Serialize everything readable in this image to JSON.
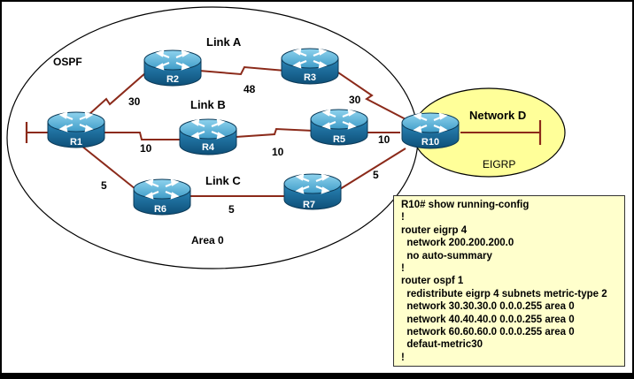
{
  "diagram": {
    "ospf_label": "OSPF",
    "area_label": "Area 0",
    "network_d_label": "Network D",
    "eigrp_label": "EIGRP",
    "links": {
      "a": "Link A",
      "b": "Link B",
      "c": "Link C"
    },
    "routers": {
      "r1": "R1",
      "r2": "R2",
      "r3": "R3",
      "r4": "R4",
      "r5": "R5",
      "r6": "R6",
      "r7": "R7",
      "r10": "R10"
    },
    "costs": {
      "r1_r2": "30",
      "r2_r3": "48",
      "r3_r10": "30",
      "r1_r4": "10",
      "r4_r5": "10",
      "r5_r10": "10",
      "r1_r6": "5",
      "r6_r7": "5",
      "r7_r10": "5"
    },
    "colors": {
      "background": "#ffffff",
      "eigrp_fill": "#ffff99",
      "link": "#8b2a1a",
      "router_top": "#5fb8d8",
      "router_side": "#1a6fa0",
      "config_bg": "#ffffcc"
    }
  },
  "config": {
    "lines": [
      "R10# show running-config",
      "!",
      "router eigrp 4",
      "  network 200.200.200.0",
      "  no auto-summary",
      "!",
      "router ospf 1",
      "  redistribute eigrp 4 subnets metric-type 2",
      "  network 30.30.30.0 0.0.0.255 area 0",
      "  network 40.40.40.0 0.0.0.255 area 0",
      "  network 60.60.60.0 0.0.0.255 area 0",
      "  defaut-metric30",
      "!"
    ]
  }
}
